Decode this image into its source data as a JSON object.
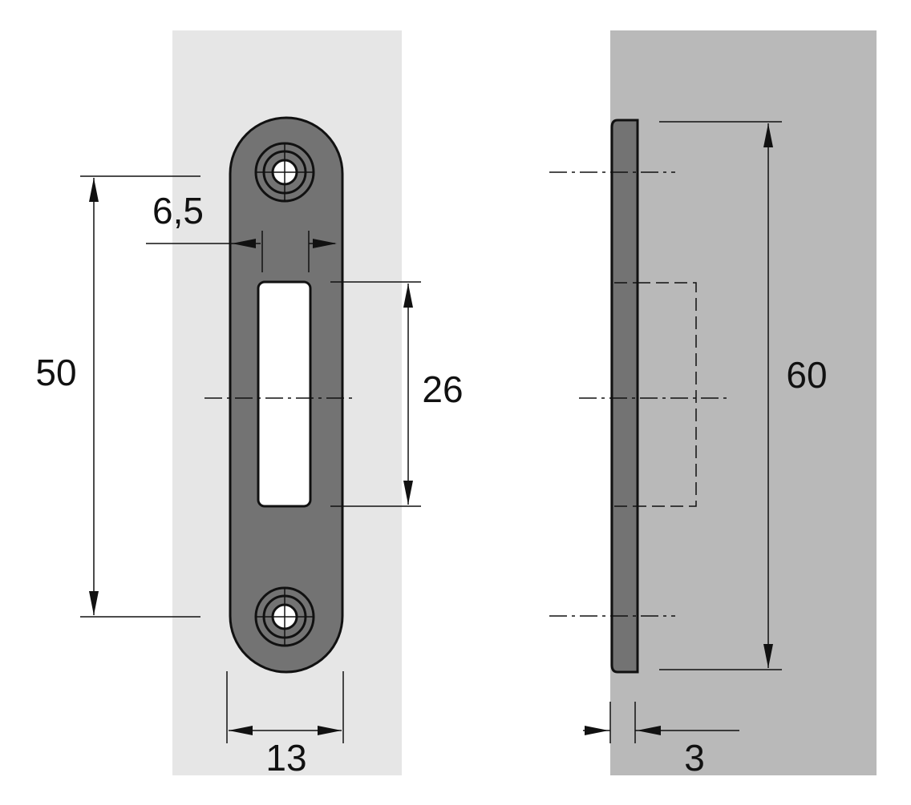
{
  "front_view": {
    "dimensions": {
      "slot_offset": "6,5",
      "hole_spacing": "50",
      "slot_height": "26",
      "plate_width": "13"
    }
  },
  "side_view": {
    "dimensions": {
      "plate_length": "60",
      "plate_thickness": "3"
    }
  },
  "colors": {
    "front_background": "#e6e6e6",
    "side_background": "#b9b9b9",
    "part_fill": "#737373",
    "line": "#111111"
  }
}
